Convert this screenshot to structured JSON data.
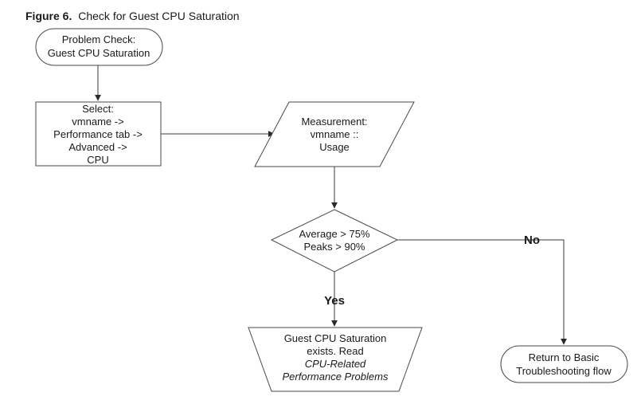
{
  "figure": {
    "label": "Figure 6.",
    "title": "Check for Guest CPU Saturation"
  },
  "nodes": {
    "start": {
      "lines": [
        "Problem Check:",
        "Guest CPU Saturation"
      ]
    },
    "select": {
      "lines": [
        "Select:",
        "vmname ->",
        "Performance tab ->",
        "Advanced ->",
        "CPU"
      ]
    },
    "measurement": {
      "lines": [
        "Measurement:",
        "vmname ::",
        "Usage"
      ]
    },
    "decision": {
      "lines": [
        "Average > 75%",
        "Peaks > 90%"
      ]
    },
    "saturation": {
      "lines": [
        "Guest CPU Saturation",
        "exists. Read"
      ],
      "italic_lines": [
        "CPU-Related",
        "Performance Problems"
      ]
    },
    "return": {
      "lines": [
        "Return to Basic",
        "Troubleshooting flow"
      ]
    }
  },
  "edges": {
    "yes_label": "Yes",
    "no_label": "No"
  }
}
